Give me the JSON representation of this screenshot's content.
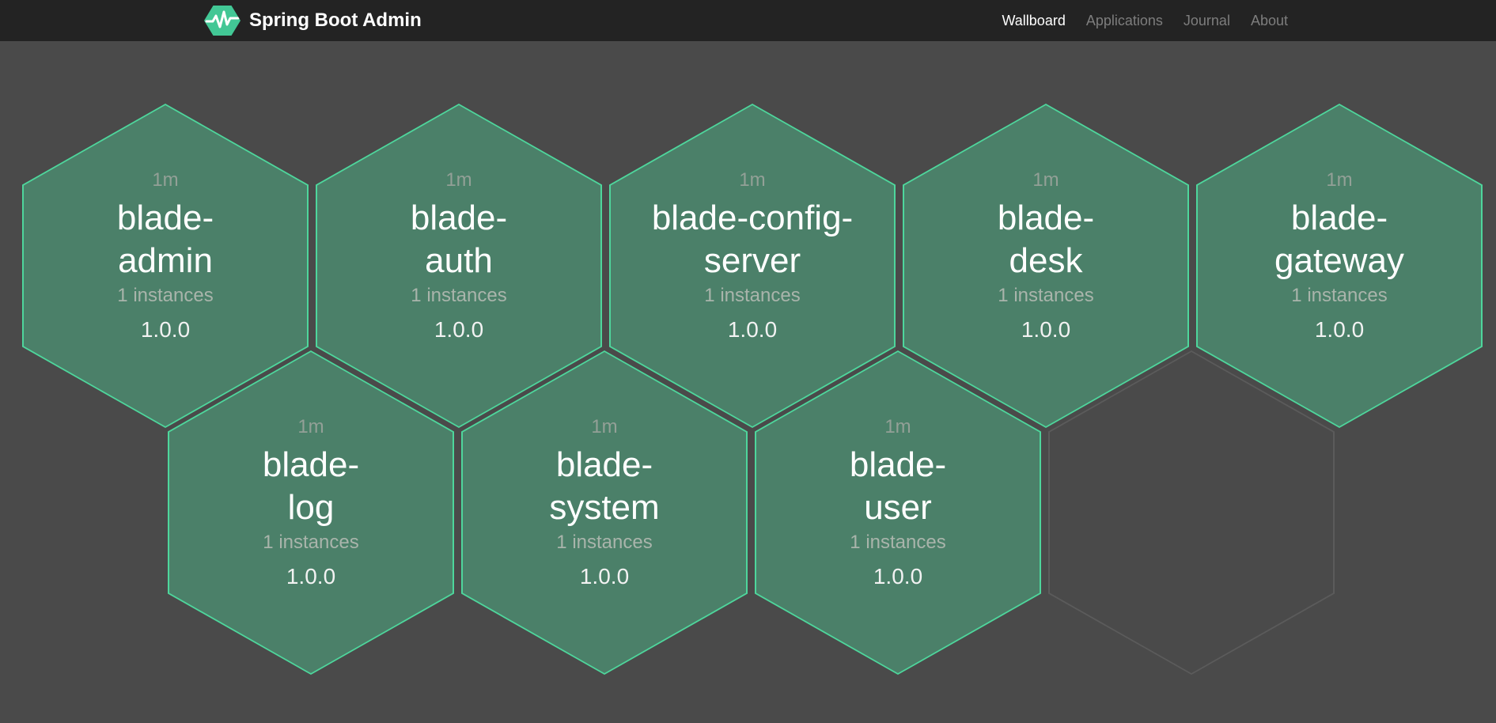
{
  "navbar": {
    "brand": "Spring Boot Admin",
    "links": [
      {
        "label": "Wallboard",
        "active": true
      },
      {
        "label": "Applications",
        "active": false
      },
      {
        "label": "Journal",
        "active": false
      },
      {
        "label": "About",
        "active": false
      }
    ]
  },
  "colors": {
    "page_bg": "#4a4a4a",
    "navbar_bg": "#232323",
    "hex_fill": "#4b8069",
    "hex_border": "#4ed69c",
    "empty_hex_border": "#5b5b5b",
    "brand_green": "#42c795"
  },
  "icons": {
    "logo": "pulse-hexagon-icon"
  },
  "tiles": [
    {
      "uptime": "1m",
      "name_lines": [
        "blade-",
        "admin"
      ],
      "instances": "1 instances",
      "version": "1.0.0"
    },
    {
      "uptime": "1m",
      "name_lines": [
        "blade-",
        "auth"
      ],
      "instances": "1 instances",
      "version": "1.0.0"
    },
    {
      "uptime": "1m",
      "name_lines": [
        "blade-config-",
        "server"
      ],
      "instances": "1 instances",
      "version": "1.0.0"
    },
    {
      "uptime": "1m",
      "name_lines": [
        "blade-",
        "desk"
      ],
      "instances": "1 instances",
      "version": "1.0.0"
    },
    {
      "uptime": "1m",
      "name_lines": [
        "blade-",
        "gateway"
      ],
      "instances": "1 instances",
      "version": "1.0.0"
    },
    {
      "uptime": "1m",
      "name_lines": [
        "blade-",
        "log"
      ],
      "instances": "1 instances",
      "version": "1.0.0"
    },
    {
      "uptime": "1m",
      "name_lines": [
        "blade-",
        "system"
      ],
      "instances": "1 instances",
      "version": "1.0.0"
    },
    {
      "uptime": "1m",
      "name_lines": [
        "blade-",
        "user"
      ],
      "instances": "1 instances",
      "version": "1.0.0"
    }
  ]
}
